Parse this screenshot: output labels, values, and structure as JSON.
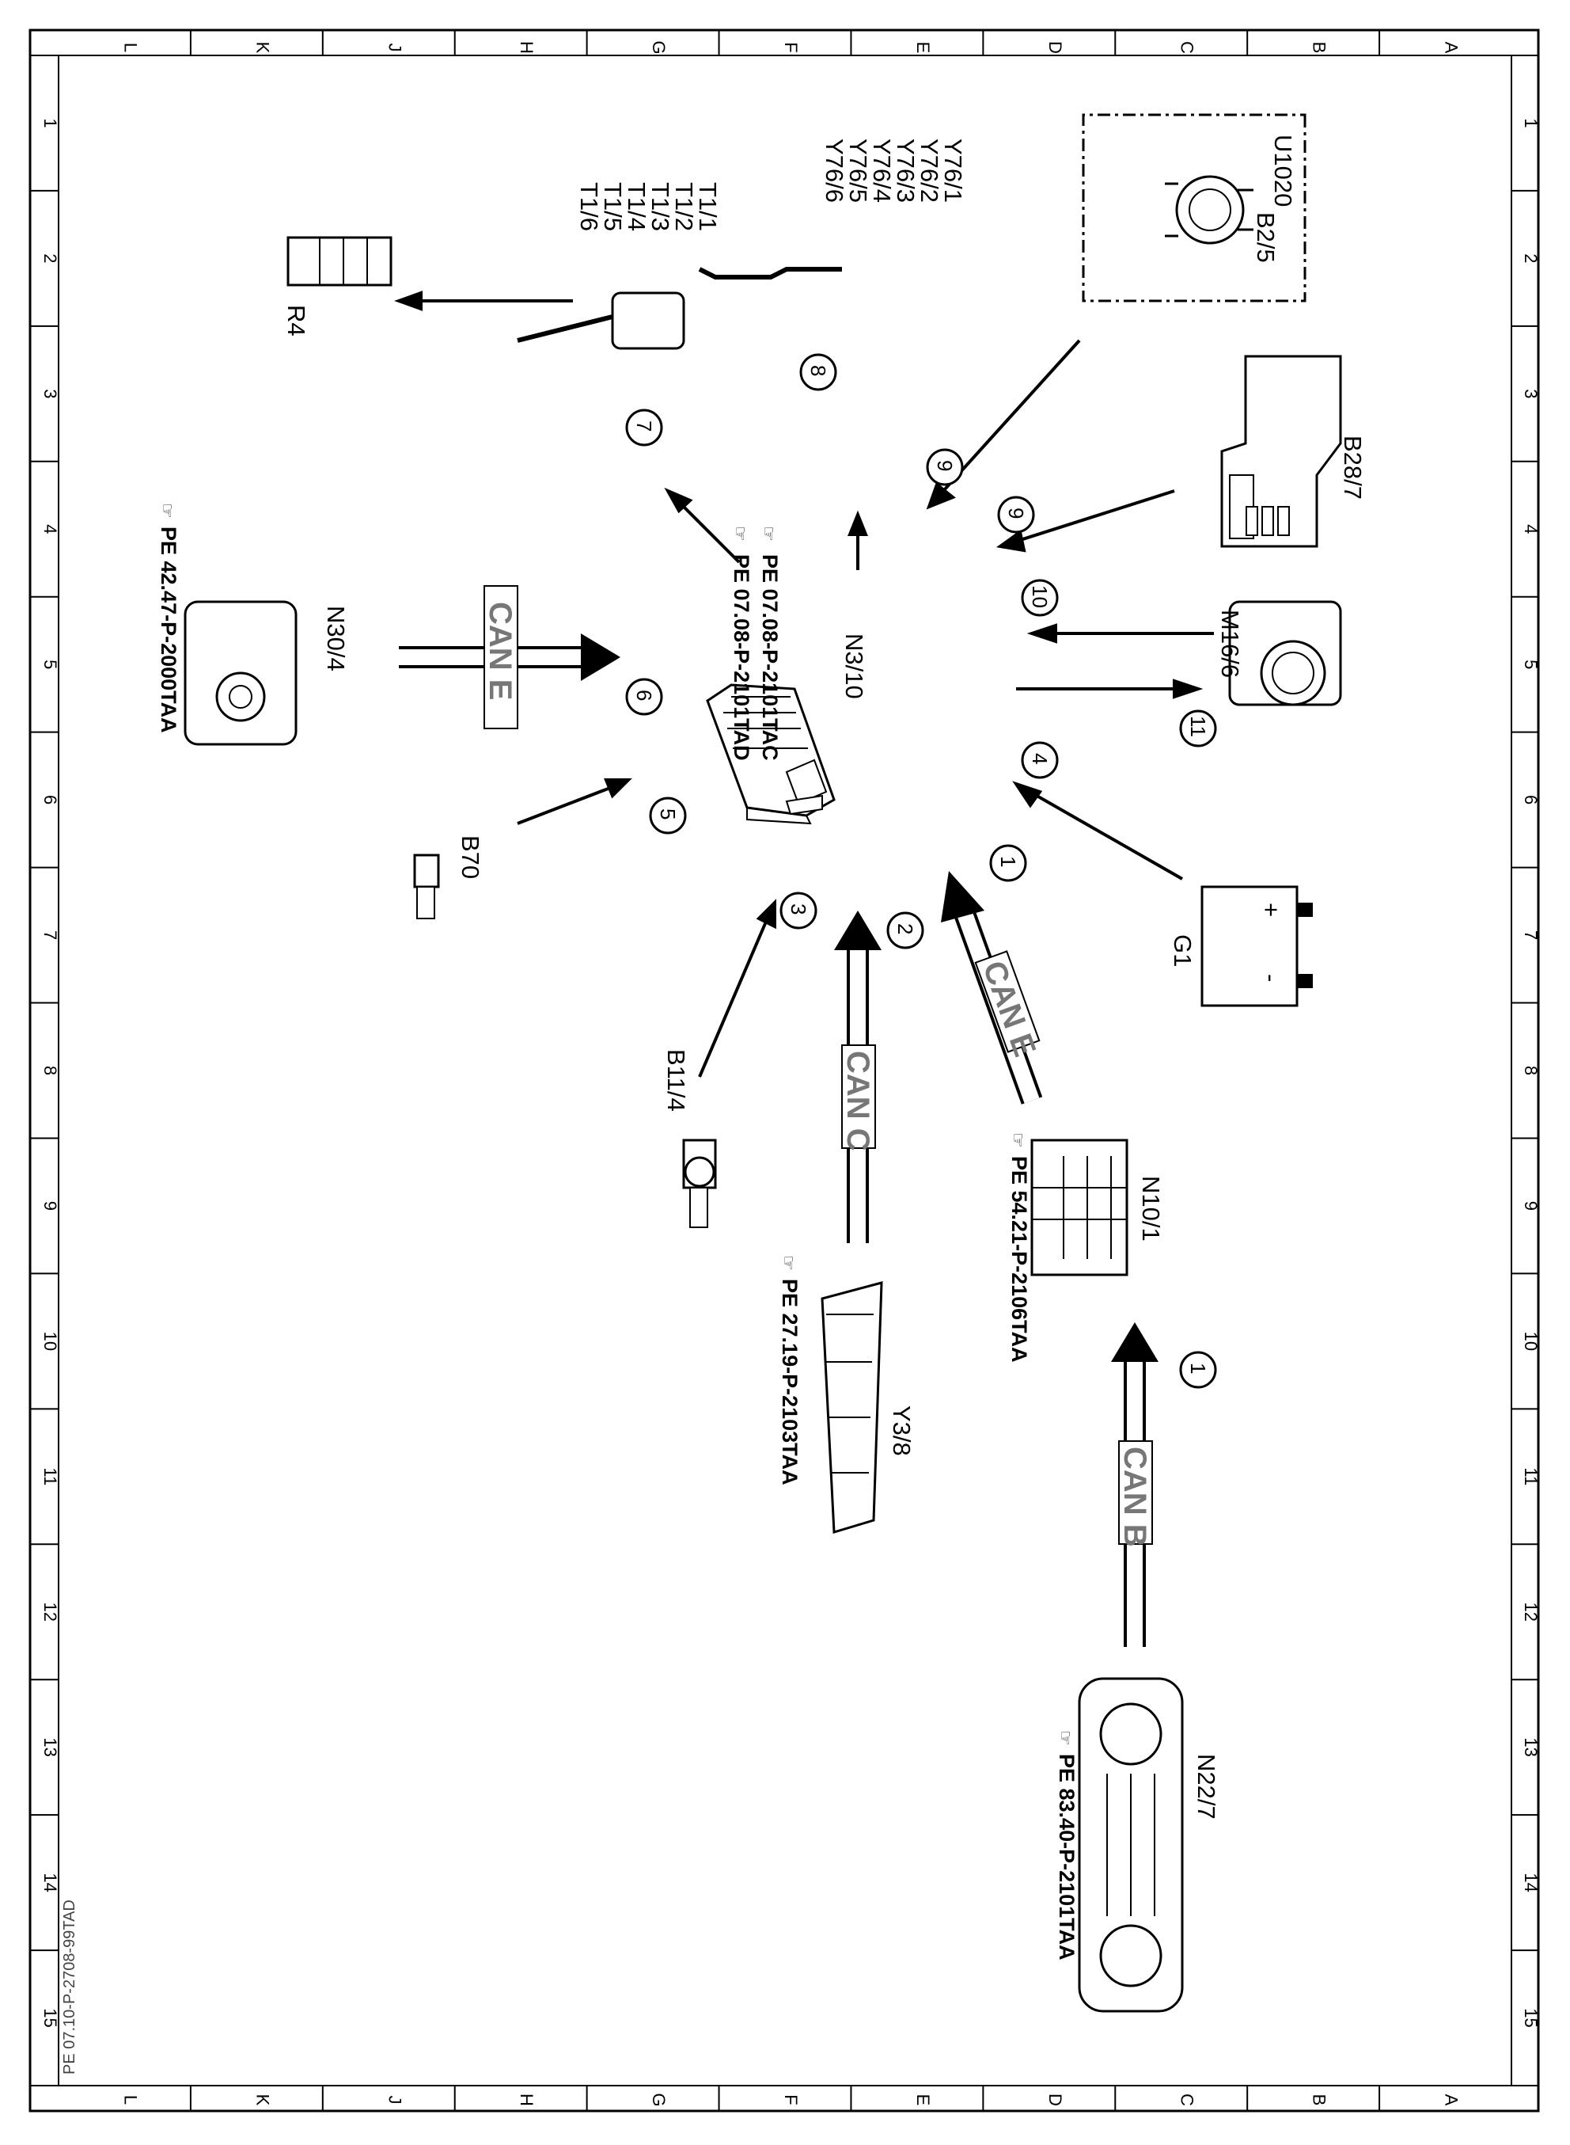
{
  "border": {
    "top_letters": [
      "L",
      "K",
      "J",
      "H",
      "G",
      "F",
      "E",
      "D",
      "C",
      "B",
      "A"
    ],
    "bottom_letters": [
      "L",
      "K",
      "J",
      "H",
      "G",
      "F",
      "E",
      "D",
      "C",
      "B",
      "A"
    ],
    "side_numbers": [
      "1",
      "2",
      "3",
      "4",
      "5",
      "6",
      "7",
      "8",
      "9",
      "10",
      "11",
      "12",
      "13",
      "14",
      "15"
    ]
  },
  "document_code": "PE 07.10-P-2708-99TAD",
  "control_unit": {
    "id": "N3/10",
    "refs": [
      "PE 07.08-P-2101TAC",
      "PE 07.08-P-2101TAD"
    ]
  },
  "components": {
    "u1020": "U1020",
    "b2_5": "B2/5",
    "b28_7": "B28/7",
    "m16_6": "M16/6",
    "g1": "G1",
    "g1_plus": "+",
    "g1_minus": "-",
    "n10_1": "N10/1",
    "n10_1_ref": "PE 54.21-P-2106TAA",
    "n22_7": "N22/7",
    "n22_7_ref": "PE 83.40-P-2101TAA",
    "y3_8": "Y3/8",
    "y3_8_ref": "PE 27.19-P-2103TAA",
    "b11_4": "B11/4",
    "b70": "B70",
    "n30_4": "N30/4",
    "n30_4_ref": "PE 42.47-P-2000TAA",
    "r4": "R4",
    "t_group": [
      "T1/1",
      "T1/2",
      "T1/3",
      "T1/4",
      "T1/5",
      "T1/6"
    ],
    "y_group": [
      "Y76/1",
      "Y76/2",
      "Y76/3",
      "Y76/4",
      "Y76/5",
      "Y76/6"
    ]
  },
  "can_labels": {
    "can_e_1": "CAN E",
    "can_e_2": "CAN E",
    "can_c": "CAN C",
    "can_b": "CAN B"
  },
  "markers": {
    "m1a": "1",
    "m1b": "1",
    "m2": "2",
    "m3": "3",
    "m4": "4",
    "m5": "5",
    "m6": "6",
    "m7": "7",
    "m8": "8",
    "m9a": "9",
    "m9b": "9",
    "m10": "10",
    "m11": "11"
  }
}
